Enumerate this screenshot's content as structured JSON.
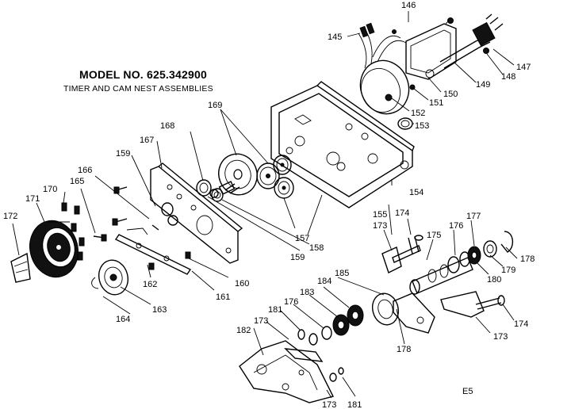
{
  "header": {
    "title": "MODEL NO. 625.342900",
    "subtitle": "TIMER AND CAM NEST ASSEMBLIES"
  },
  "page_code": "E5",
  "callouts": {
    "p146": "146",
    "p145": "145",
    "p147": "147",
    "p148": "148",
    "p149": "149",
    "p150": "150",
    "p151": "151",
    "p152": "152",
    "p153": "153",
    "p154": "154",
    "p155": "155",
    "p157": "157",
    "p158": "158",
    "p159a": "159",
    "p159b": "159",
    "p160": "160",
    "p161": "161",
    "p162": "162",
    "p163": "163",
    "p164": "164",
    "p165": "165",
    "p166": "166",
    "p167": "167",
    "p168": "168",
    "p169": "169",
    "p170": "170",
    "p171": "171",
    "p172": "172",
    "p173a": "173",
    "p173b": "173",
    "p173c": "173",
    "p173d": "173",
    "p174a": "174",
    "p174b": "174",
    "p175": "175",
    "p176a": "176",
    "p176b": "176",
    "p177": "177",
    "p178a": "178",
    "p178b": "178",
    "p179": "179",
    "p180": "180",
    "p181a": "181",
    "p181b": "181",
    "p182": "182",
    "p183": "183",
    "p184": "184",
    "p185": "185"
  }
}
